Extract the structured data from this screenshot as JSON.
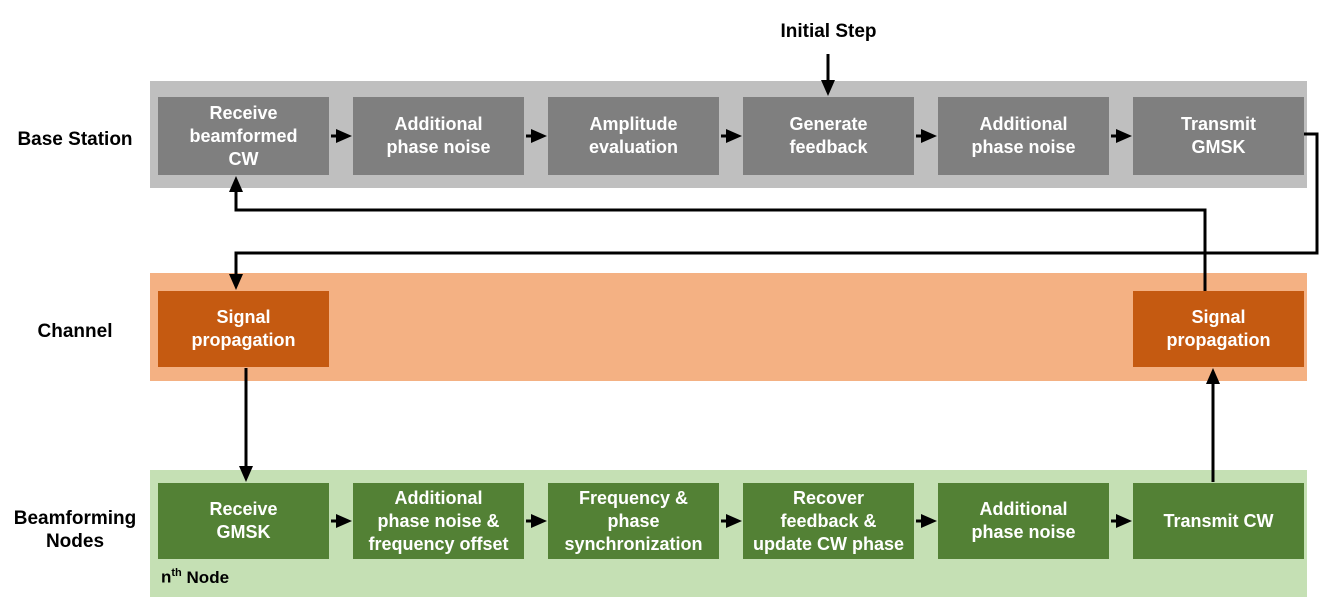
{
  "diagram": {
    "initial_step_label": "Initial Step",
    "node_corner": {
      "base": "n",
      "sup": "th",
      "rest": "Node"
    },
    "arrow_color": "#000000",
    "box_text_color": "#ffffff",
    "label_text_color": "#000000",
    "rows": [
      {
        "label": "Base Station",
        "band_color": "#bfbfbf",
        "box_color": "#7f7f7f",
        "boxes": [
          {
            "label": "Receive beamformed CW",
            "lines": [
              "Receive",
              "beamformed",
              "CW"
            ]
          },
          {
            "label": "Additional phase noise",
            "lines": [
              "Additional",
              "phase noise"
            ]
          },
          {
            "label": "Amplitude evaluation",
            "lines": [
              "Amplitude",
              "evaluation"
            ]
          },
          {
            "label": "Generate feedback",
            "lines": [
              "Generate",
              "feedback"
            ]
          },
          {
            "label": "Additional phase noise",
            "lines": [
              "Additional",
              "phase noise"
            ]
          },
          {
            "label": "Transmit GMSK",
            "lines": [
              "Transmit",
              "GMSK"
            ]
          }
        ]
      },
      {
        "label": "Channel",
        "band_color": "#f4b183",
        "box_color": "#c55a11",
        "boxes": [
          {
            "label": "Signal propagation",
            "lines": [
              "Signal",
              "propagation"
            ]
          },
          {
            "label": "Signal propagation",
            "lines": [
              "Signal",
              "propagation"
            ]
          }
        ]
      },
      {
        "label": "Beamforming Nodes",
        "label_lines": [
          "Beamforming",
          "Nodes"
        ],
        "band_color": "#c5e0b4",
        "box_color": "#538135",
        "boxes": [
          {
            "label": "Receive GMSK",
            "lines": [
              "Receive",
              "GMSK"
            ]
          },
          {
            "label": "Additional phase noise & frequency offset",
            "lines": [
              "Additional",
              "phase noise &",
              "frequency offset"
            ]
          },
          {
            "label": "Frequency & phase synchronization",
            "lines": [
              "Frequency &",
              "phase",
              "synchronization"
            ]
          },
          {
            "label": "Recover feedback & update CW phase",
            "lines": [
              "Recover",
              "feedback &",
              "update CW phase"
            ]
          },
          {
            "label": "Additional phase noise",
            "lines": [
              "Additional",
              "phase noise"
            ]
          },
          {
            "label": "Transmit CW",
            "lines": [
              "Transmit CW"
            ]
          }
        ]
      }
    ]
  }
}
